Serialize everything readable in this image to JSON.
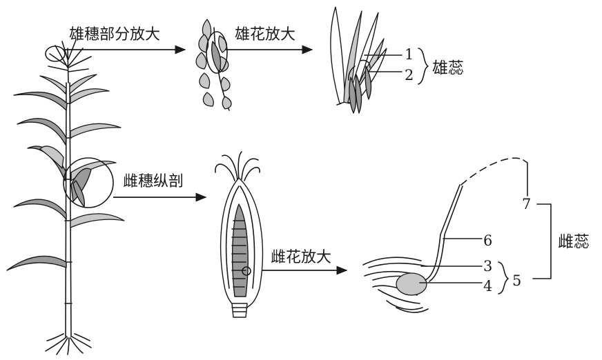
{
  "arrows": {
    "male_spike_part": "雄穗部分放大",
    "male_flower": "雄花放大",
    "female_spike_section": "雌穗纵剖",
    "female_flower": "雌花放大"
  },
  "male_parts": {
    "label_1": "1",
    "label_2": "2",
    "group": "雄蕊"
  },
  "female_parts": {
    "label_3": "3",
    "label_4": "4",
    "label_5": "5",
    "label_6": "6",
    "label_7": "7",
    "group": "雌蕊"
  }
}
